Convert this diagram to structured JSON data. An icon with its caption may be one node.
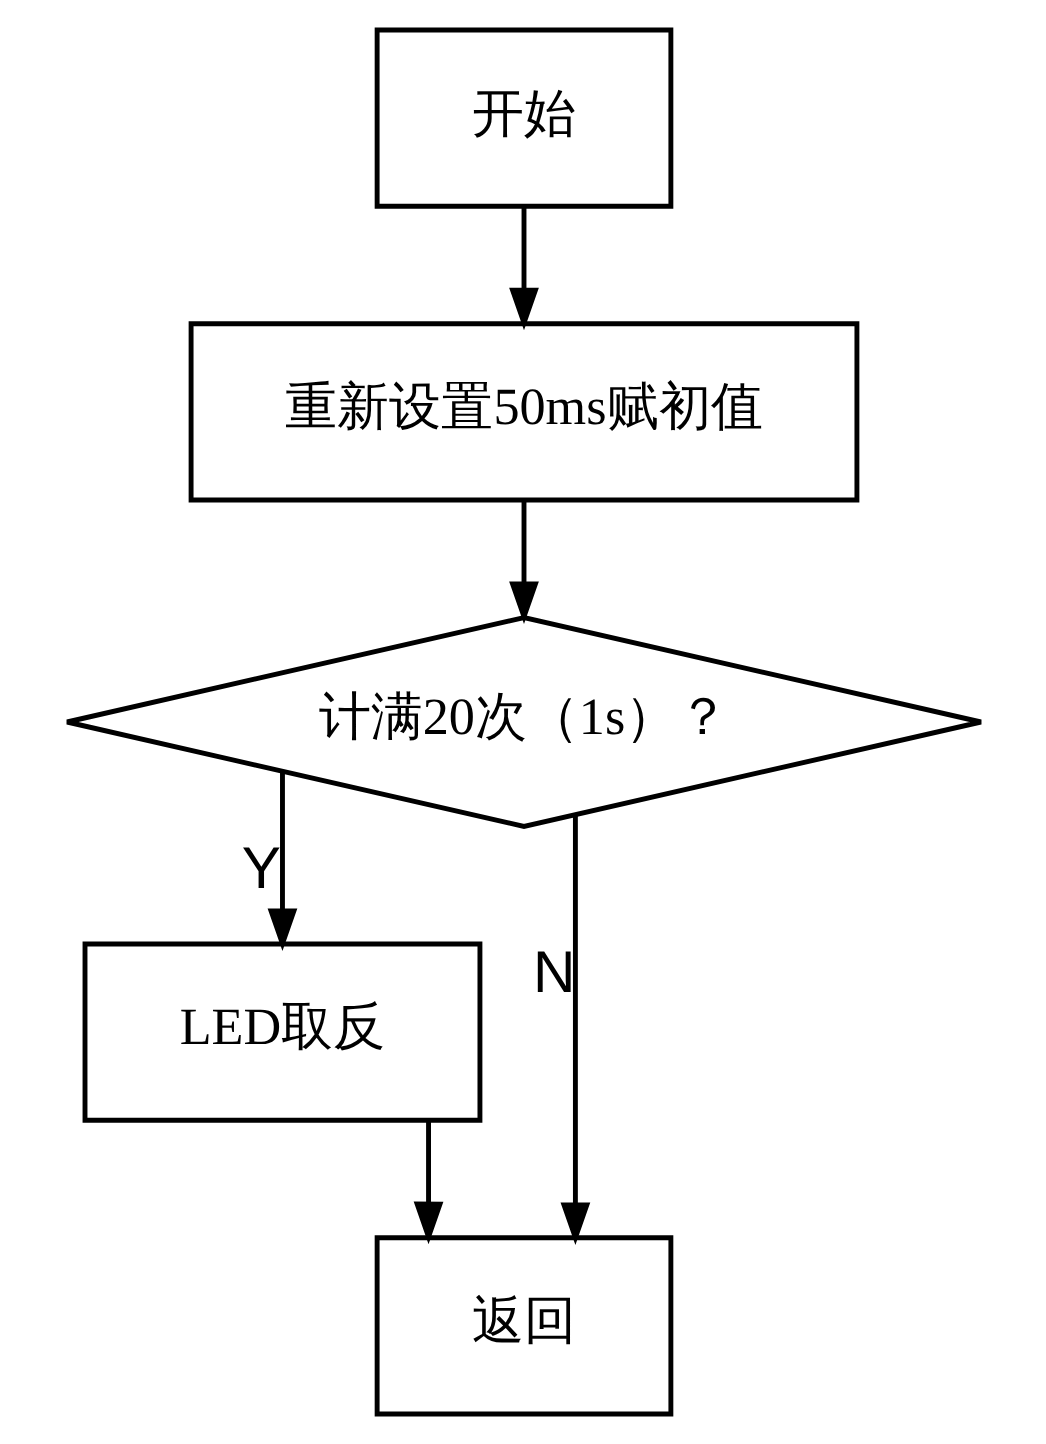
{
  "diagram": {
    "nodes": [
      {
        "text": [
          "开始"
        ]
      },
      {
        "text": [
          "重新设置50ms赋初值"
        ]
      },
      {
        "text": [
          "计满20次（1s）？"
        ]
      },
      {
        "text": [
          "LED取反"
        ]
      },
      {
        "text": [
          "返回"
        ]
      }
    ],
    "edges": [
      {
        "from": 0,
        "to": 1,
        "arrow": "to"
      },
      {
        "from": 1,
        "to": 2,
        "arrow": "to"
      },
      {
        "from": 2,
        "to": 3,
        "arrow": "to",
        "label": "Y"
      },
      {
        "from": 2,
        "to": 4,
        "arrow": "to",
        "label": "N"
      },
      {
        "from": 3,
        "to": 4,
        "arrow": "to"
      }
    ]
  }
}
